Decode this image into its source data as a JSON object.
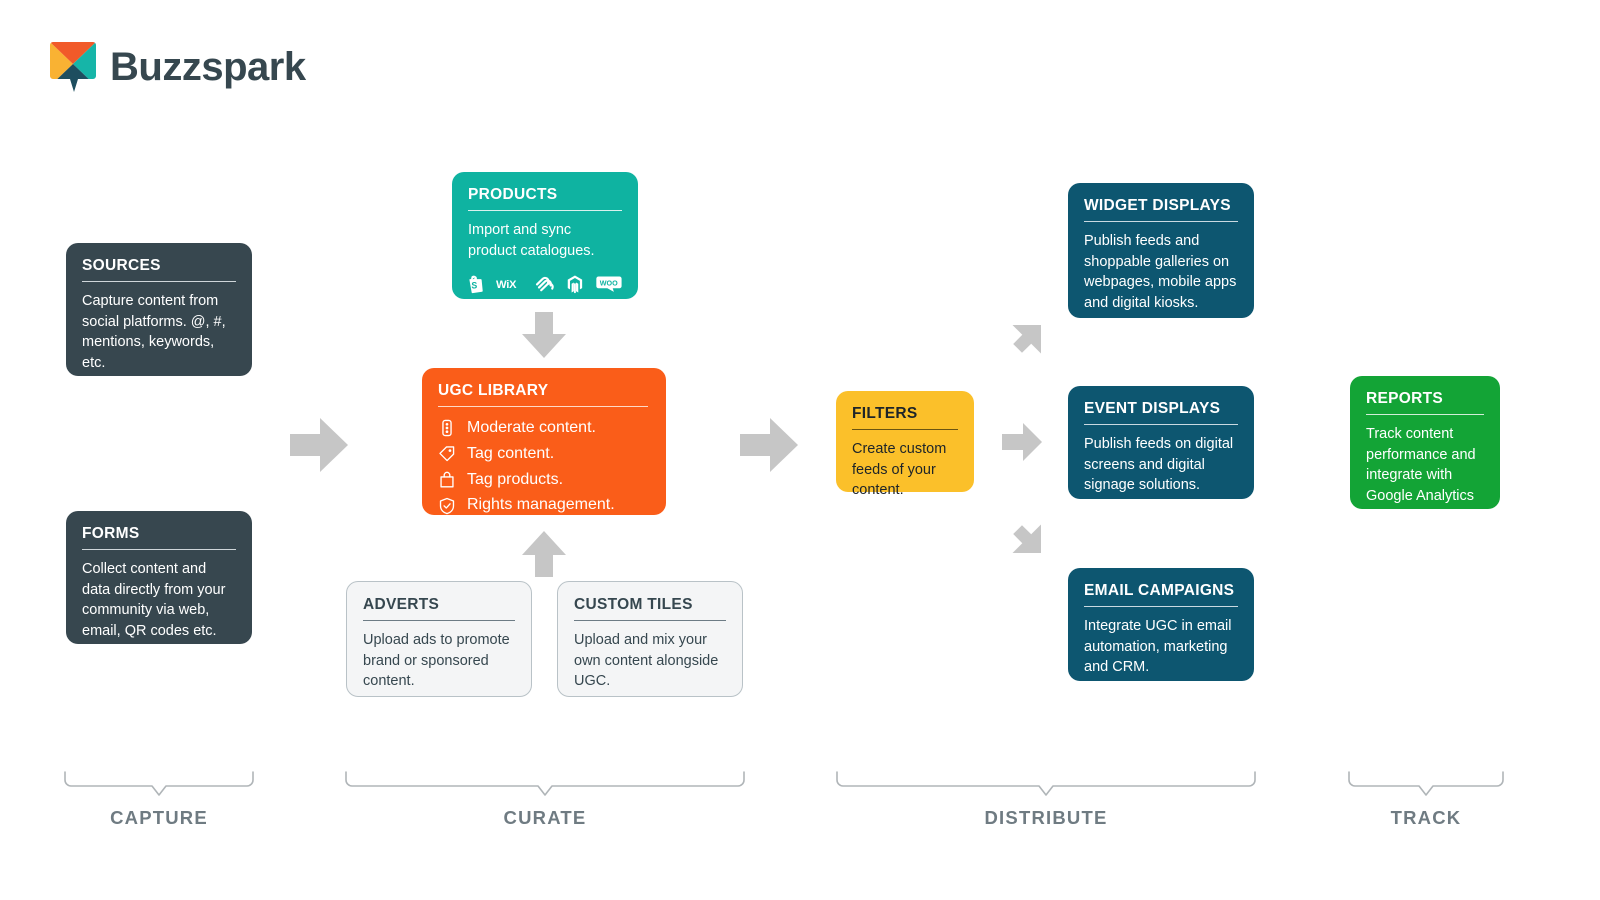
{
  "brand": {
    "name": "Buzzspark",
    "logo_colors": {
      "orange": "#f15a29",
      "yellow": "#f9b233",
      "teal": "#16b5a8",
      "navy": "#1e4e5f"
    }
  },
  "theme": {
    "slate": "#37474f",
    "teal": "#0fb3a1",
    "orange": "#fa5d19",
    "amber": "#fbc02a",
    "blue": "#0d5670",
    "green": "#13a436",
    "light_card_bg": "#f4f5f6",
    "arrow_gray": "#c6c6c6",
    "phase_label": "#6f7b82"
  },
  "cards": {
    "sources": {
      "title": "SOURCES",
      "body": "Capture content from social platforms. @, #, mentions, keywords, etc."
    },
    "forms": {
      "title": "FORMS",
      "body": "Collect content and data directly from your community via web, email, QR codes etc."
    },
    "products": {
      "title": "PRODUCTS",
      "body": "Import and sync product catalogues.",
      "platforms": [
        {
          "name": "shopify-icon",
          "label": "Shopify"
        },
        {
          "name": "wix-icon",
          "label": "Wix"
        },
        {
          "name": "squarespace-icon",
          "label": "Squarespace"
        },
        {
          "name": "magento-icon",
          "label": "Magento"
        },
        {
          "name": "woocommerce-icon",
          "label": "WooCommerce"
        }
      ]
    },
    "ugc_library": {
      "title": "UGC LIBRARY",
      "features": [
        {
          "icon": "moderate-icon",
          "label": "Moderate content."
        },
        {
          "icon": "tag-icon",
          "label": "Tag content."
        },
        {
          "icon": "bag-icon",
          "label": "Tag products."
        },
        {
          "icon": "shield-check-icon",
          "label": "Rights management."
        }
      ]
    },
    "adverts": {
      "title": "ADVERTS",
      "body": "Upload ads to promote brand or sponsored content."
    },
    "custom_tiles": {
      "title": "CUSTOM TILES",
      "body": "Upload and mix your own content alongside UGC."
    },
    "filters": {
      "title": "FILTERS",
      "body": "Create custom feeds of your content."
    },
    "widget_displays": {
      "title": "WIDGET DISPLAYS",
      "body": "Publish feeds and shoppable galleries on webpages, mobile apps and digital kiosks."
    },
    "event_displays": {
      "title": "EVENT DISPLAYS",
      "body": "Publish feeds on digital screens and digital signage solutions."
    },
    "email_campaigns": {
      "title": "EMAIL CAMPAIGNS",
      "body": "Integrate UGC in email automation, marketing and CRM."
    },
    "reports": {
      "title": "REPORTS",
      "body": "Track content performance and integrate with Google Analytics"
    }
  },
  "phases": [
    {
      "label": "CAPTURE"
    },
    {
      "label": "CURATE"
    },
    {
      "label": "DISTRIBUTE"
    },
    {
      "label": "TRACK"
    }
  ],
  "arrows": [
    {
      "name": "arrow-capture-to-curate",
      "direction": "right"
    },
    {
      "name": "arrow-products-to-library",
      "direction": "down"
    },
    {
      "name": "arrow-extras-to-library",
      "direction": "up"
    },
    {
      "name": "arrow-curate-to-distribute",
      "direction": "right"
    },
    {
      "name": "arrow-filters-to-widget",
      "direction": "up-right"
    },
    {
      "name": "arrow-filters-to-event",
      "direction": "right"
    },
    {
      "name": "arrow-filters-to-email",
      "direction": "down-right"
    }
  ]
}
